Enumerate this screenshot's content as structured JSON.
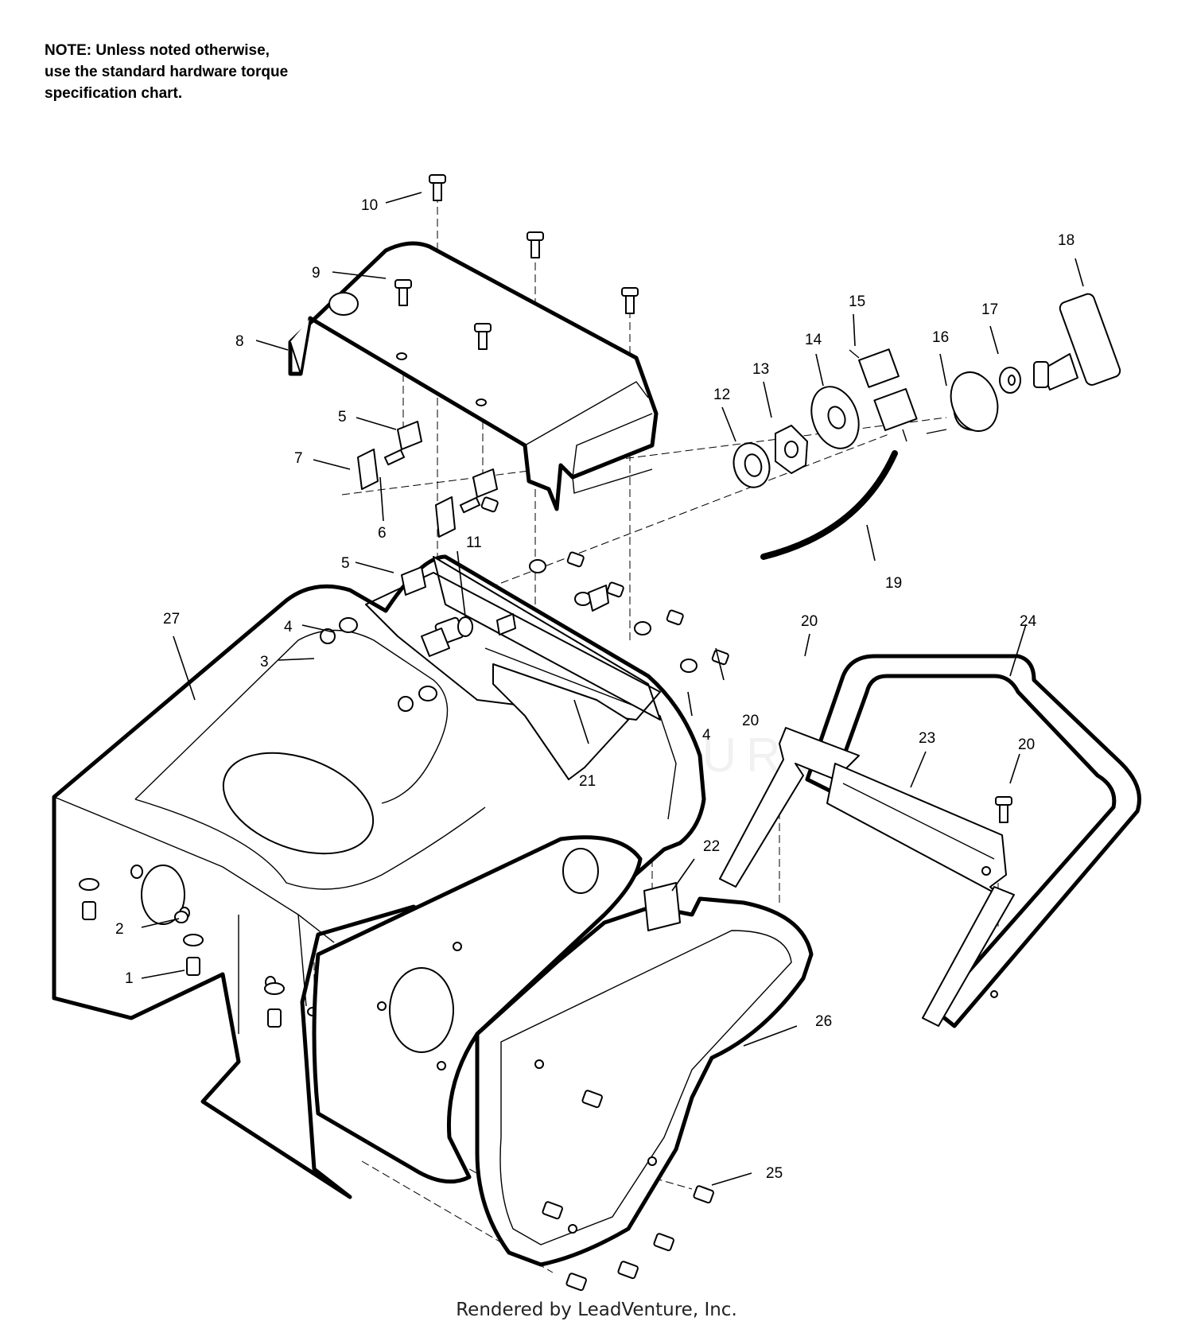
{
  "note": {
    "lines": [
      "NOTE: Unless noted otherwise,",
      "use the standard hardware torque",
      "specification chart."
    ]
  },
  "footer": "Rendered by LeadVenture, Inc.",
  "watermark": "LEADVENTURE",
  "callouts": [
    {
      "id": "1",
      "label": "1"
    },
    {
      "id": "2",
      "label": "2"
    },
    {
      "id": "3",
      "label": "3"
    },
    {
      "id": "4a",
      "label": "4"
    },
    {
      "id": "4b",
      "label": "4"
    },
    {
      "id": "5a",
      "label": "5"
    },
    {
      "id": "5b",
      "label": "5"
    },
    {
      "id": "6",
      "label": "6"
    },
    {
      "id": "7",
      "label": "7"
    },
    {
      "id": "8",
      "label": "8"
    },
    {
      "id": "9",
      "label": "9"
    },
    {
      "id": "10",
      "label": "10"
    },
    {
      "id": "11",
      "label": "11"
    },
    {
      "id": "12",
      "label": "12"
    },
    {
      "id": "13",
      "label": "13"
    },
    {
      "id": "14",
      "label": "14"
    },
    {
      "id": "15",
      "label": "15"
    },
    {
      "id": "16",
      "label": "16"
    },
    {
      "id": "17",
      "label": "17"
    },
    {
      "id": "18",
      "label": "18"
    },
    {
      "id": "19",
      "label": "19"
    },
    {
      "id": "20a",
      "label": "20"
    },
    {
      "id": "20b",
      "label": "20"
    },
    {
      "id": "20c",
      "label": "20"
    },
    {
      "id": "21",
      "label": "21"
    },
    {
      "id": "22",
      "label": "22"
    },
    {
      "id": "23",
      "label": "23"
    },
    {
      "id": "24",
      "label": "24"
    },
    {
      "id": "25",
      "label": "25"
    },
    {
      "id": "26",
      "label": "26"
    },
    {
      "id": "27",
      "label": "27"
    }
  ]
}
